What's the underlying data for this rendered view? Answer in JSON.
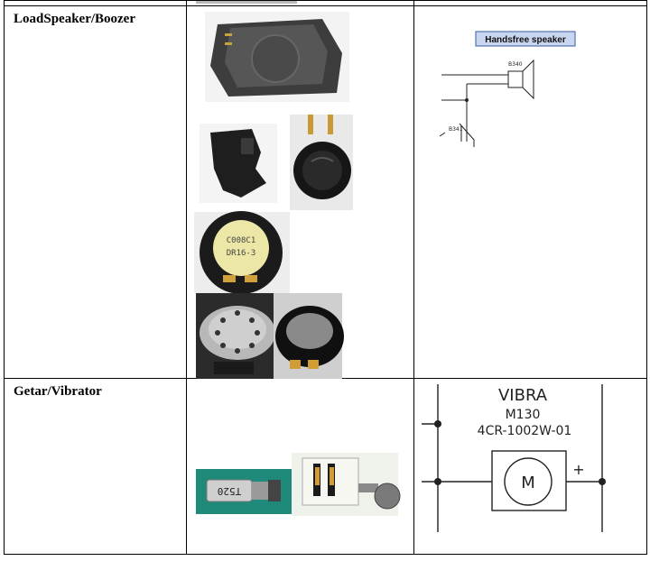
{
  "rows": [
    {
      "component": "LoadSpeaker/Boozer",
      "schematic": {
        "title": "Handsfree speaker",
        "ref_top": "B340",
        "ref_bottom": "B341"
      }
    },
    {
      "component": "Getar/Vibrator",
      "photo_marking": "T520",
      "schematic": {
        "title": "VIBRA",
        "part": "M130",
        "code": "4CR-1002W-01",
        "motor_label": "M",
        "polarity": "+"
      }
    }
  ],
  "colors": {
    "border": "#000000",
    "title_badge_bg": "#c9d6ef",
    "title_badge_border": "#3b5aa3",
    "pcb_green": "#1f8a7a",
    "schematic_ink": "#222222"
  }
}
